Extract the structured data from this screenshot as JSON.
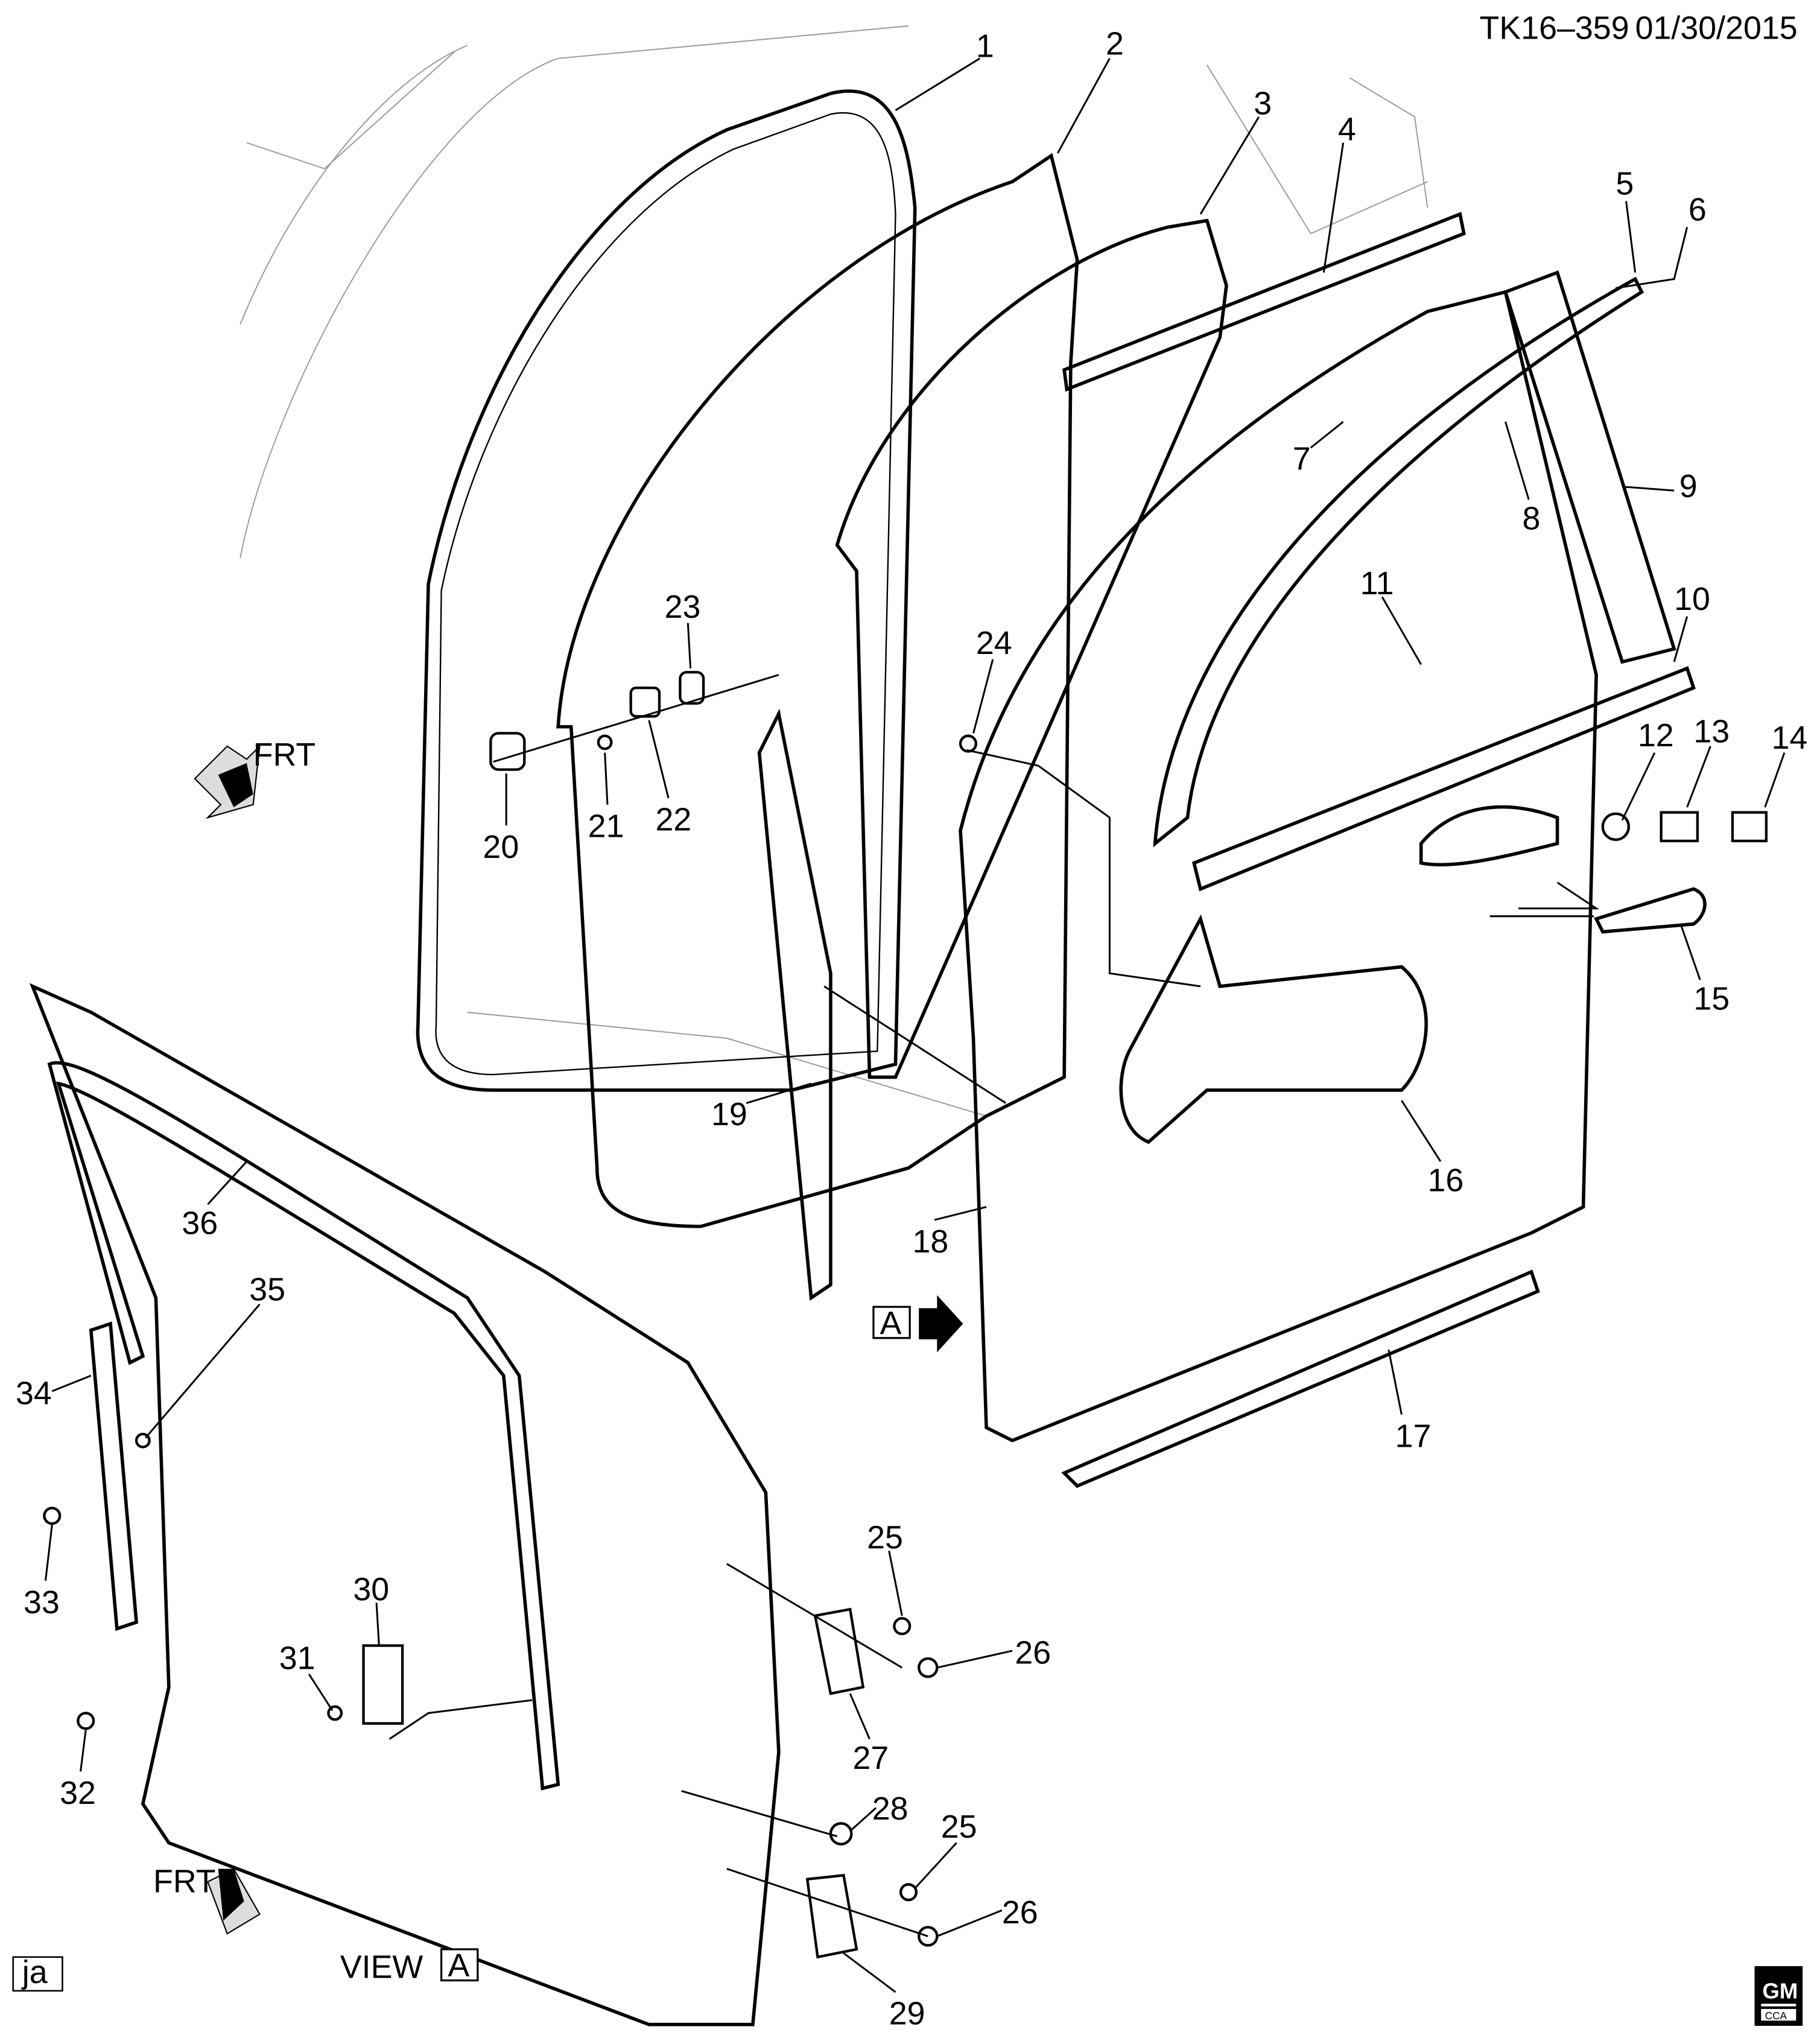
{
  "header": {
    "diagram_id": "TK16–359",
    "date": "01/30/2015"
  },
  "footer": {
    "author_initials": "ja",
    "view_label": "VIEW",
    "view_ref": "A",
    "logo_text": "GM",
    "logo_subtext": "CCA"
  },
  "view_marker": "A",
  "front_arrows": [
    "FRT",
    "FRT"
  ],
  "callouts": {
    "c1": "1",
    "c2": "2",
    "c3": "3",
    "c4": "4",
    "c5": "5",
    "c6": "6",
    "c7": "7",
    "c8": "8",
    "c9": "9",
    "c10": "10",
    "c11": "11",
    "c12": "12",
    "c13": "13",
    "c14": "14",
    "c15": "15",
    "c16": "16",
    "c17": "17",
    "c18": "18",
    "c19": "19",
    "c20": "20",
    "c21": "21",
    "c22": "22",
    "c23": "23",
    "c24": "24",
    "c25a": "25",
    "c25b": "25",
    "c26a": "26",
    "c26b": "26",
    "c27": "27",
    "c28": "28",
    "c29": "29",
    "c30": "30",
    "c31": "31",
    "c32": "32",
    "c33": "33",
    "c34": "34",
    "c35": "35",
    "c36": "36"
  }
}
